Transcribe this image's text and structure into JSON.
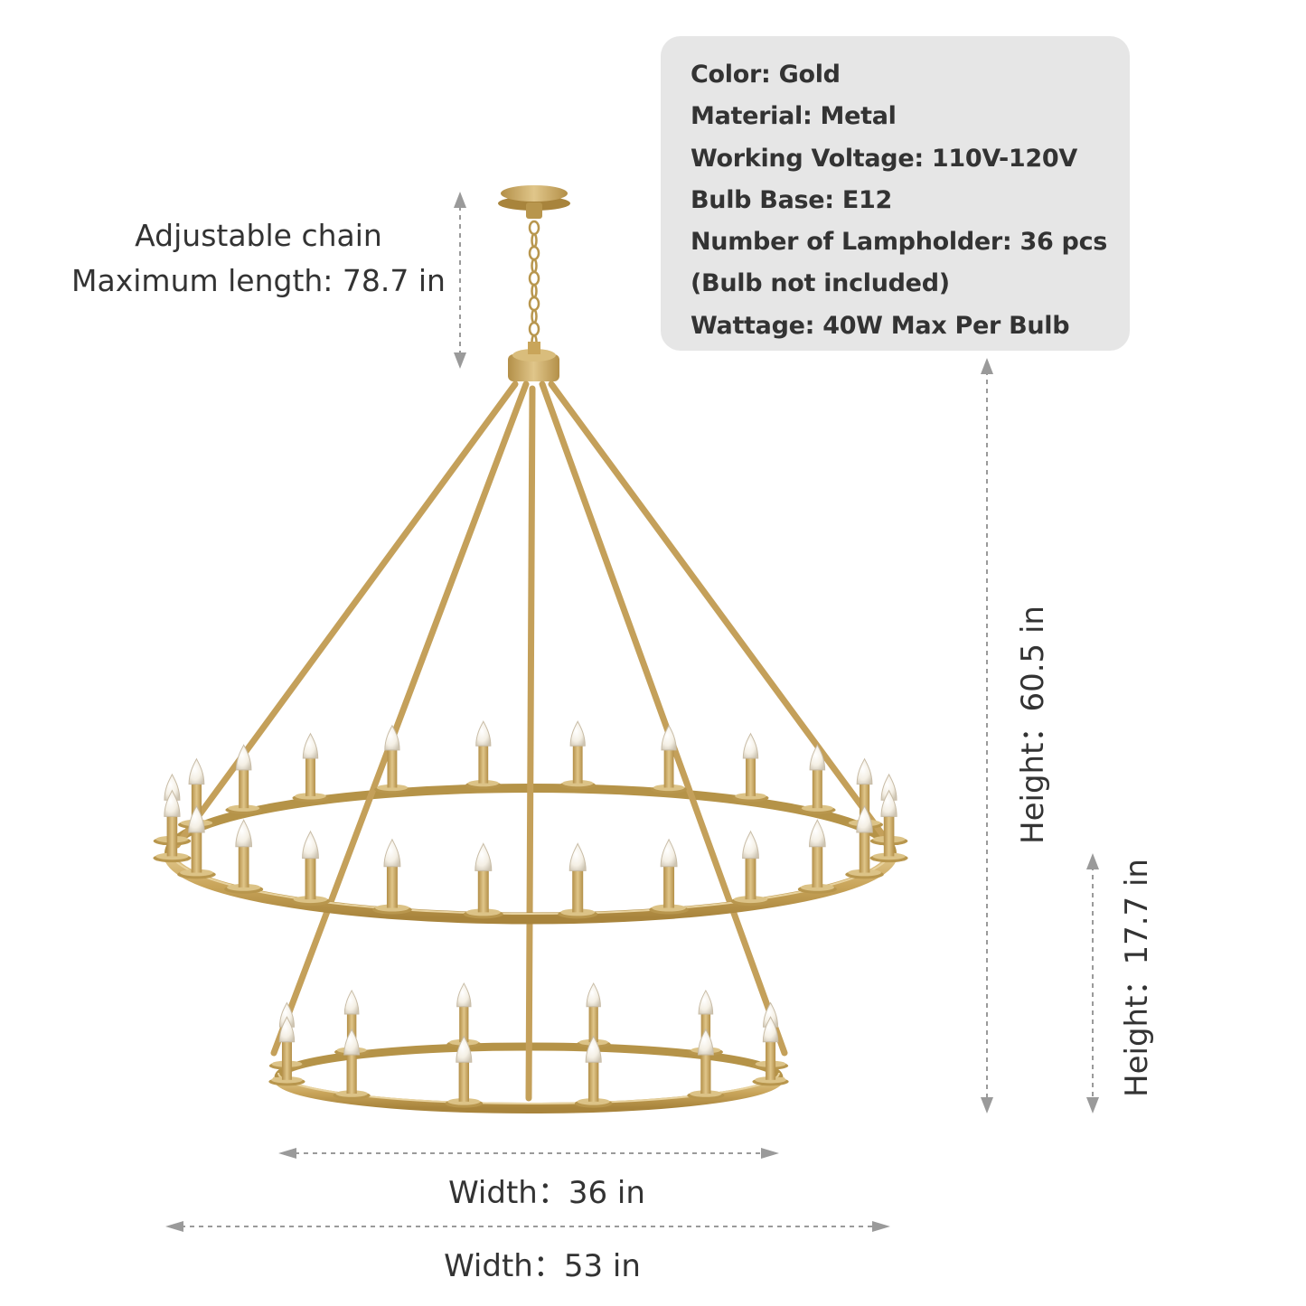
{
  "specs": {
    "lines": [
      "Color: Gold",
      "Material: Metal",
      "Working Voltage: 110V-120V",
      "Bulb Base: E12",
      "Number of Lampholder: 36 pcs",
      "(Bulb not included)",
      "Wattage: 40W Max Per Bulb"
    ]
  },
  "chain": {
    "line1": "Adjustable chain",
    "line2": "Maximum length: 78.7 in"
  },
  "dimensions": {
    "total_height": "Height：60.5 in",
    "lower_height": "Height：17.7 in",
    "lower_width": "Width：36 in",
    "upper_width": "Width：53 in"
  },
  "product": {
    "name": "chandelier",
    "tiers": 2,
    "upper_tier_lights": 24,
    "lower_tier_lights": 12,
    "finish_color": "#c9a55a",
    "finish_highlight": "#e2c98e",
    "finish_shadow": "#a8843c"
  },
  "colors": {
    "spec_box": "#e6e6e6",
    "text": "#333333",
    "dimension_line": "#9a9a9a"
  }
}
